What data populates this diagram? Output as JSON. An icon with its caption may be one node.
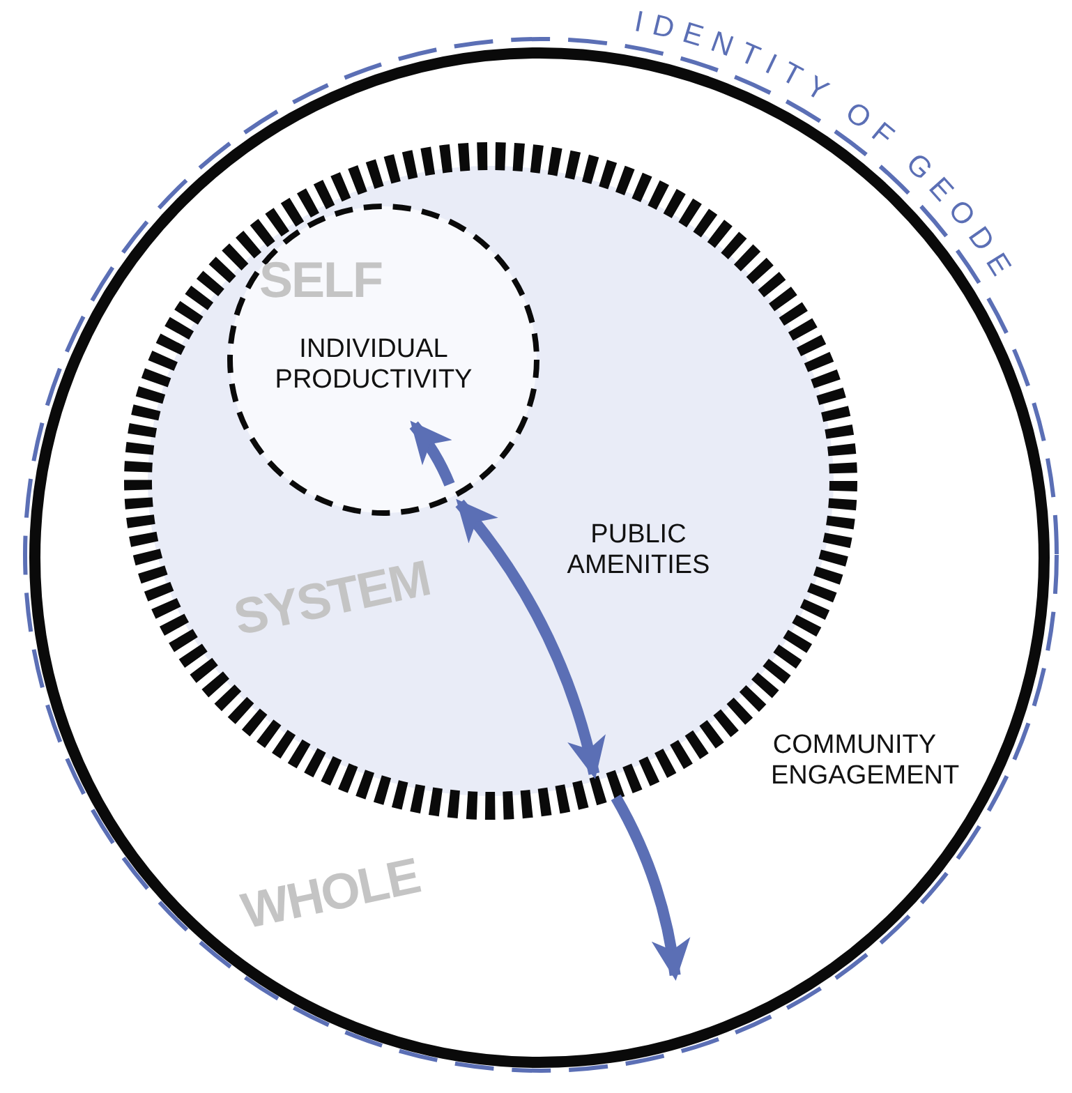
{
  "diagram": {
    "title": "IDENTITY OF GEODE",
    "nodes": [
      {
        "text": [],
        "shape": "circle"
      },
      {
        "text": [
          "WHOLE",
          "COMMUNITY ENGAGEMENT"
        ],
        "in": 0
      },
      {
        "text": [
          "SYSTEM",
          "PUBLIC AMENITIES"
        ],
        "in": 1
      },
      {
        "text": [
          "SELF",
          "INDIVIDUAL PRODUCTIVITY"
        ],
        "in": 2
      }
    ],
    "edges": [
      {
        "from": null,
        "to": 3,
        "arrow": "to"
      },
      {
        "from": 3,
        "to": 2,
        "arrow": "both"
      },
      {
        "from": 2,
        "to": 1,
        "arrow": "to"
      }
    ]
  }
}
